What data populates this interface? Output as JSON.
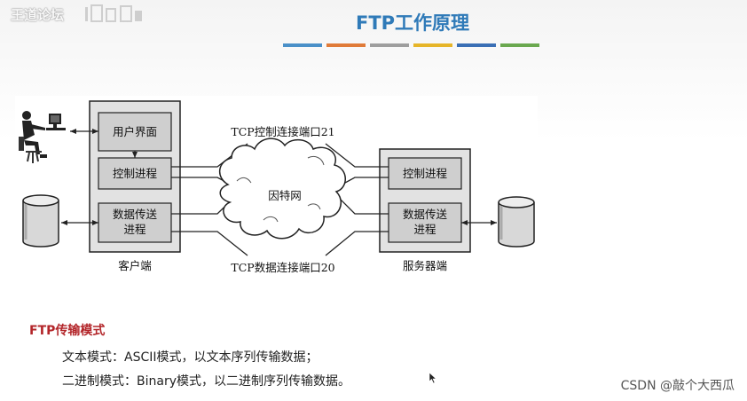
{
  "header": {
    "logo_text": "王道论坛",
    "title": "FTP工作原理",
    "color_bars": [
      "#4a90c8",
      "#e07b39",
      "#9e9e9e",
      "#e6b529",
      "#3a6fb5",
      "#6aa84f"
    ]
  },
  "diagram": {
    "client": {
      "ui_box": "用户界面",
      "control_process": "控制进程",
      "data_process_line1": "数据传送",
      "data_process_line2": "进程",
      "label": "客户端"
    },
    "server": {
      "control_process": "控制进程",
      "data_process_line1": "数据传送",
      "data_process_line2": "进程",
      "label": "服务器端"
    },
    "internet_label": "因特网",
    "control_connection_label": "TCP控制连接端口21",
    "data_connection_label": "TCP数据连接端口20"
  },
  "transfer_modes": {
    "title": "FTP传输模式",
    "text_mode": "文本模式：ASCII模式，以文本序列传输数据；",
    "binary_mode": "二进制模式：Binary模式，以二进制序列传输数据。"
  },
  "watermark": "CSDN @敲个大西瓜"
}
